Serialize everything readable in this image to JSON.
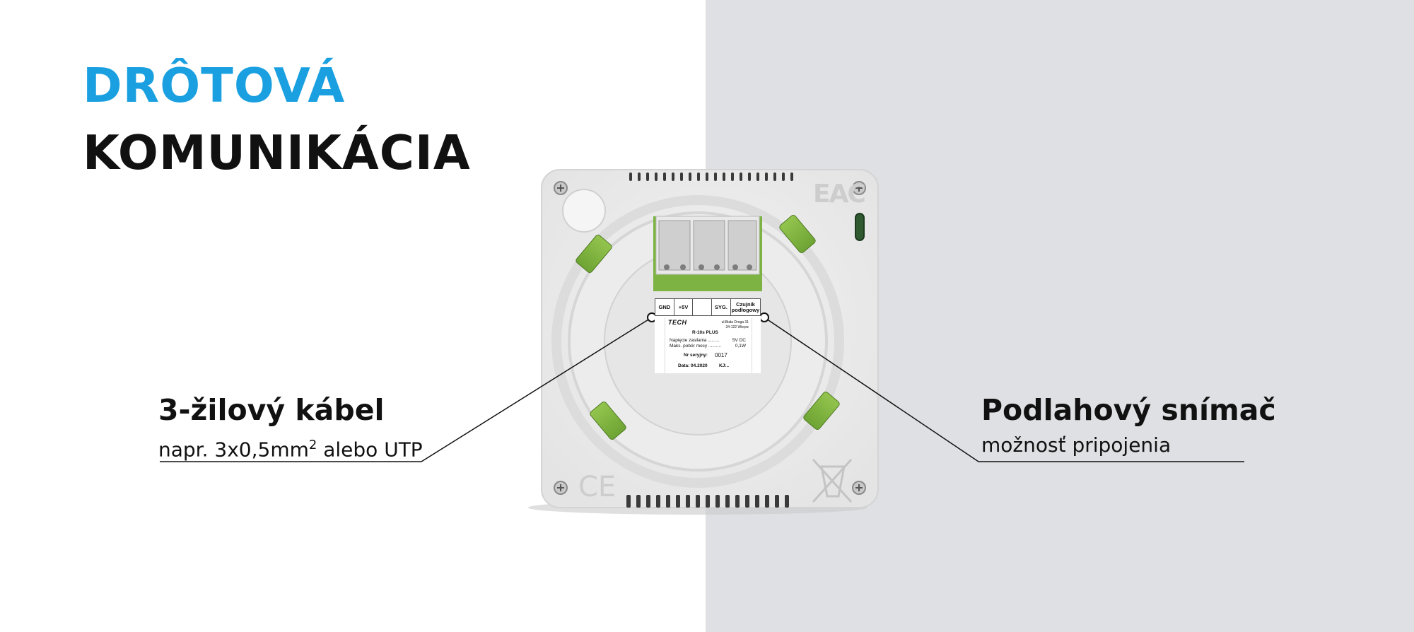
{
  "heading": {
    "line1": "DRÔTOVÁ",
    "line2": "KOMUNIKÁCIA"
  },
  "colors": {
    "accent": "#1aa0e0",
    "text": "#111111",
    "left_background": "#ffffff",
    "right_background": "#dfe0e3"
  },
  "callouts": {
    "left": {
      "title": "3-žilový kábel",
      "subtitle_before_sup": "napr. 3x0,5mm",
      "subtitle_sup": "2",
      "subtitle_after_sup": " alebo UTP"
    },
    "right": {
      "title": "Podlahový snímač",
      "subtitle": "možnosť pripojenia"
    }
  },
  "device": {
    "terminal_labels": [
      "GND",
      "+5V",
      "",
      "SYG.",
      "Czujnik podłogowy"
    ],
    "brand": "TECH",
    "address_line1": "ul.Biała Droga 31",
    "address_line2": "34-122 Wieprz",
    "model": "R-10s PLUS",
    "supply_label": "Napięcie zasilania .........",
    "supply_value": "5V DC",
    "power_label": "Maks. pobór mocy ..........",
    "power_value": "0,1W",
    "serial_label": "Nr seryjny:",
    "serial_value": "0017",
    "date_label": "Data: 04.2020",
    "kj_label": "KJ:..",
    "mark_eac": "EAC",
    "mark_ce": "CE"
  }
}
